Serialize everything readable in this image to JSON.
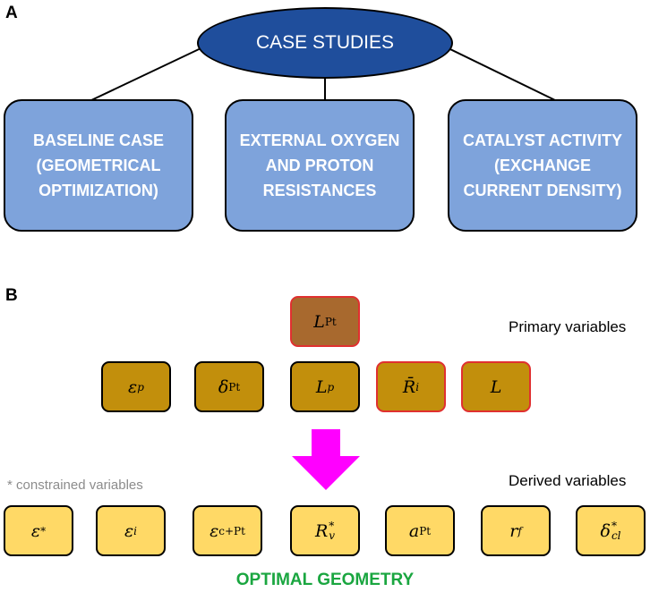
{
  "panel_a_label": "A",
  "panel_b_label": "B",
  "root": "CASE STUDIES",
  "cases": [
    "BASELINE CASE\n(GEOMETRICAL\nOPTIMIZATION)",
    "EXTERNAL OXYGEN\nAND PROTON\nRESISTANCES",
    "CATALYST ACTIVITY\n(EXCHANGE\nCURRENT DENSITY)"
  ],
  "primary_label": "Primary variables",
  "derived_label": "Derived variables",
  "constrained_note": "* constrained variables",
  "footer": "OPTIMAL GEOMETRY",
  "colors": {
    "ellipse": "#1f4e9c",
    "case_box": "#7ea3db",
    "primary_box": "#c28f0c",
    "top_box": "#a8692e",
    "derived_box": "#ffd966",
    "arrow": "#ff00ff",
    "highlight_border": "#e03030",
    "footer_text": "#1aa640"
  },
  "variables": {
    "top": {
      "base": "L",
      "sub": "Pt",
      "highlighted": true
    },
    "primary": [
      {
        "base": "ε",
        "sub": "p",
        "highlighted": false
      },
      {
        "base": "δ",
        "sub": "Pt",
        "highlighted": false
      },
      {
        "base": "L",
        "sub": "p",
        "highlighted": false
      },
      {
        "base": "R̄",
        "sub": "i",
        "highlighted": true
      },
      {
        "base": "L",
        "sub": "",
        "highlighted": true
      }
    ],
    "derived": [
      {
        "base": "ε",
        "sup": "*"
      },
      {
        "base": "ε",
        "sub": "i"
      },
      {
        "base": "ε",
        "sub": "c+Pt"
      },
      {
        "base": "R",
        "sub": "v",
        "sup": "*"
      },
      {
        "base": "a",
        "sub": "Pt"
      },
      {
        "base": "r",
        "sub": "f"
      },
      {
        "base": "δ",
        "sub": "cl",
        "sup": "*"
      }
    ]
  }
}
